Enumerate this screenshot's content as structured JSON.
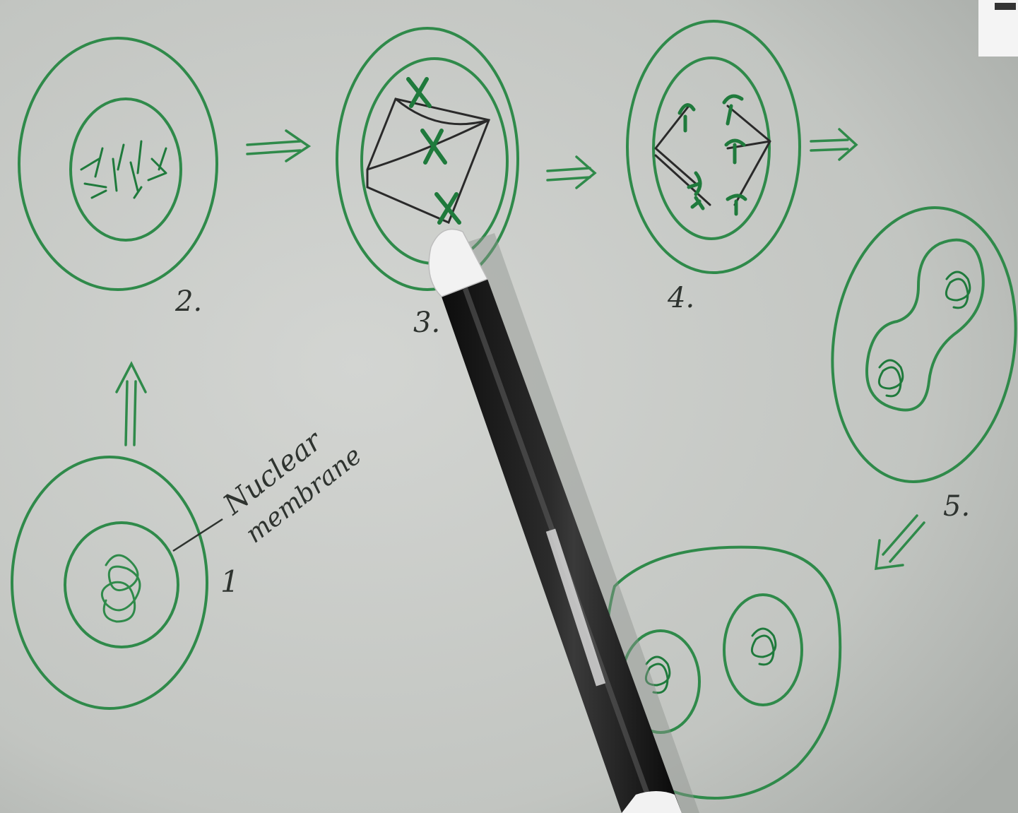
{
  "labels": {
    "stage1": "1",
    "stage2": "2.",
    "stage3": "3.",
    "stage4": "4.",
    "stage5": "5.",
    "annotation_line1": "Nuclear",
    "annotation_line2": "membrane"
  },
  "colors": {
    "paper": "#c9cbc8",
    "ink_green": "#2f8a4a",
    "chromosome_green": "#1f7a3c",
    "spindle_ink": "#2a2a2a",
    "marker_body": "#1a1a1a",
    "marker_cap": "#f2f2f2"
  }
}
